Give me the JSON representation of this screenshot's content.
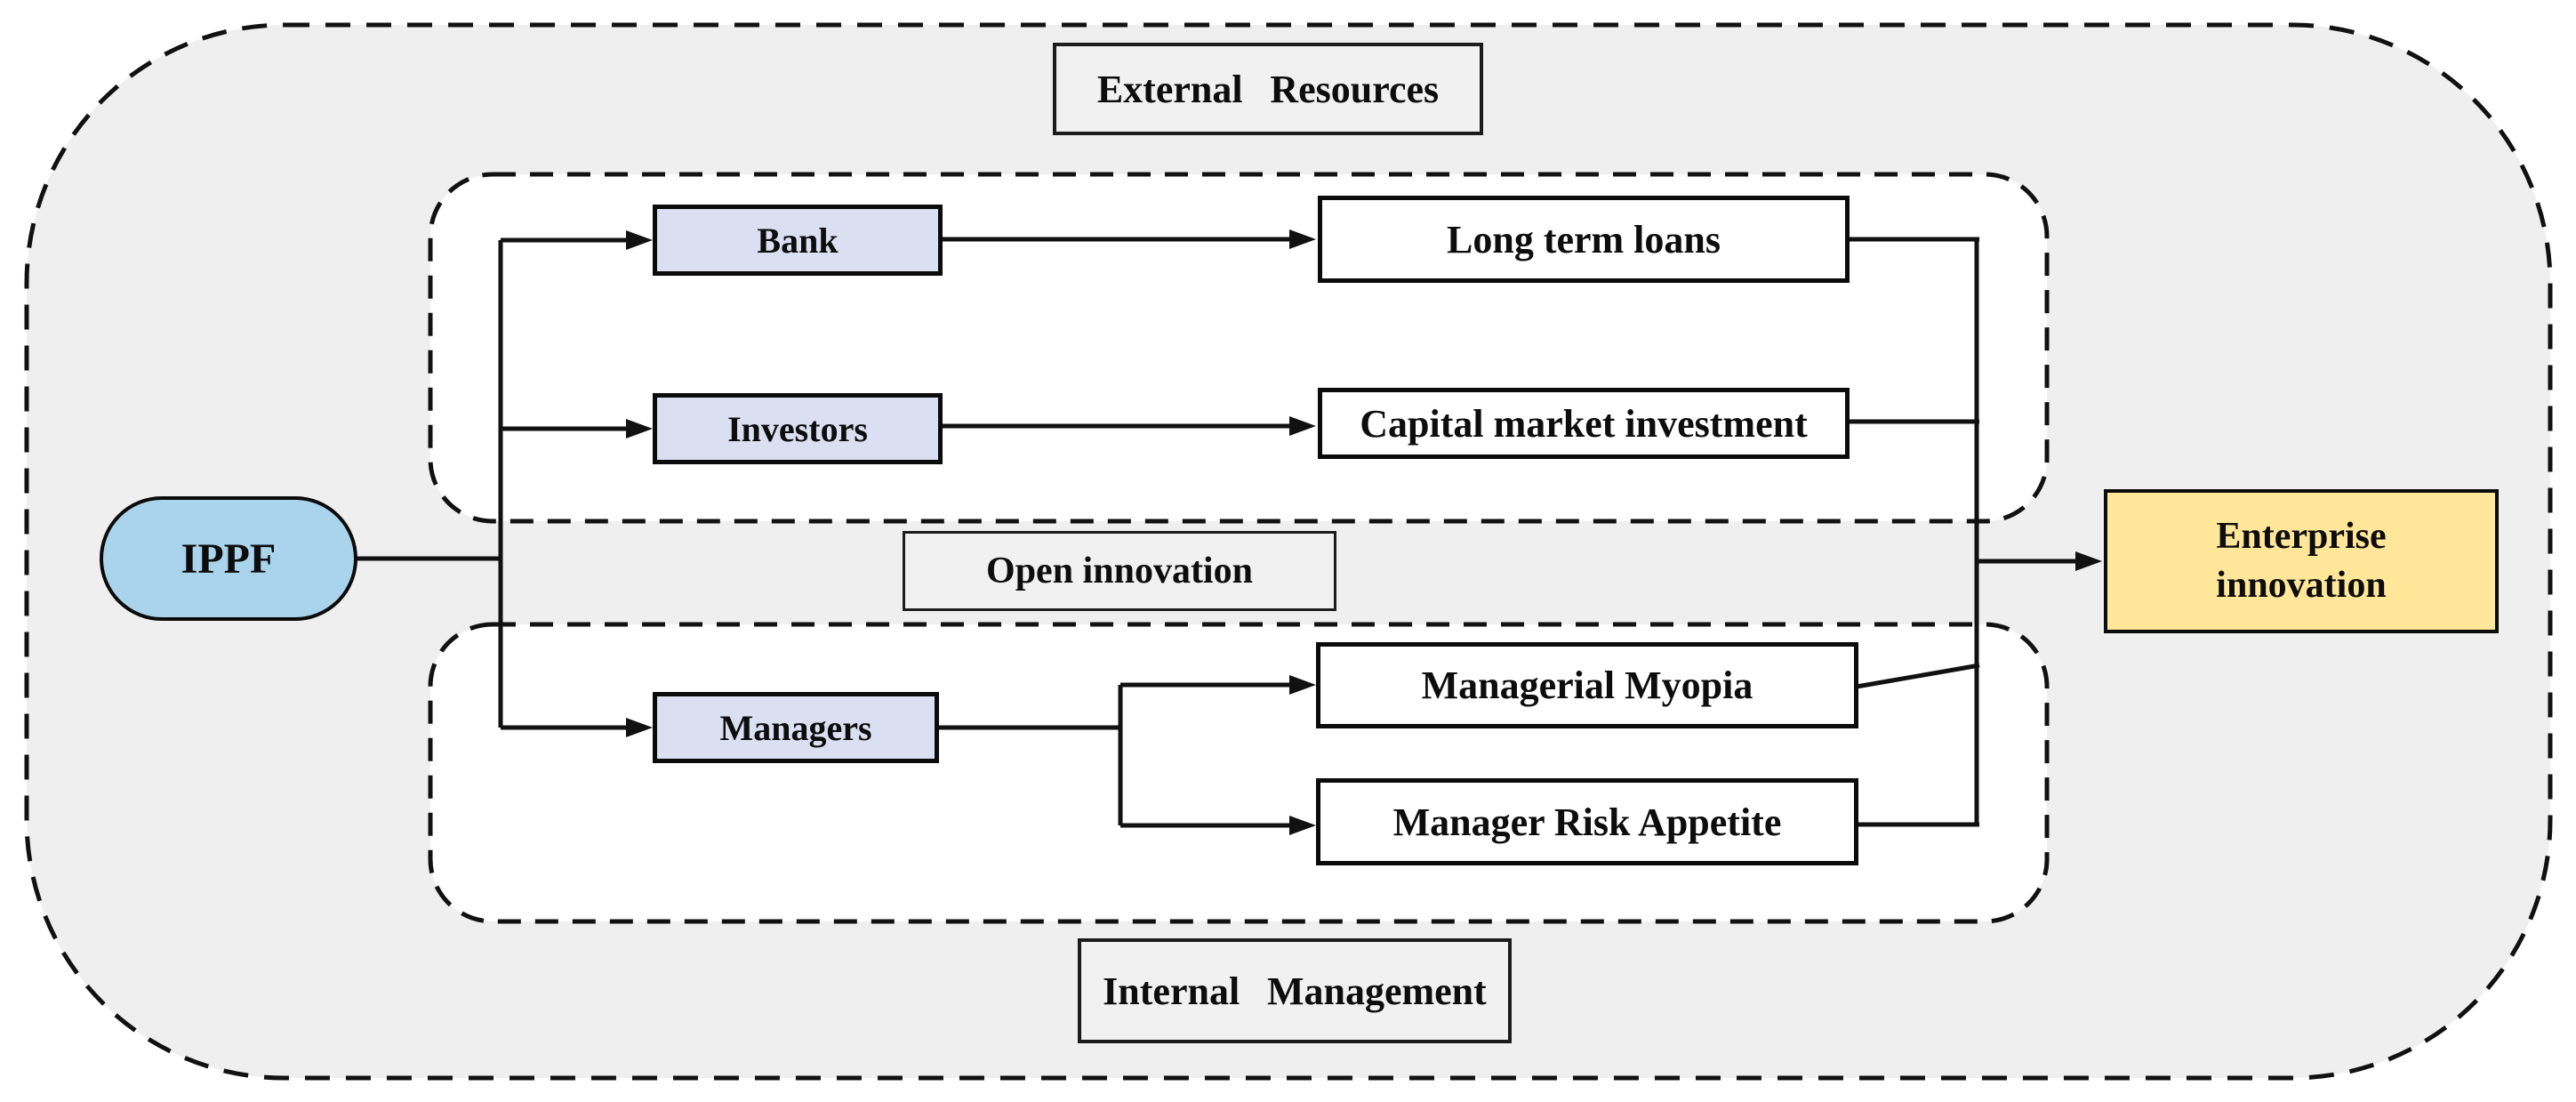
{
  "palette": {
    "canvas_bg": "#ffffff",
    "outer_fill": "#efefef",
    "inner_fill": "#ffffff",
    "label_fill": "#f1f1f1",
    "lavender_fill": "#dbdff2",
    "blue_fill": "#aad4ec",
    "yellow_fill": "#ffe699",
    "line_color": "#111111",
    "text_color": "#0d0d0d"
  },
  "regions": {
    "external_resources": {
      "label": "External Resources"
    },
    "open_innovation": {
      "label": "Open innovation"
    },
    "internal_management": {
      "label": "Internal Management"
    }
  },
  "nodes": {
    "ippf": {
      "label": "IPPF"
    },
    "bank": {
      "label": "Bank"
    },
    "investors": {
      "label": "Investors"
    },
    "managers": {
      "label": "Managers"
    },
    "long_term_loans": {
      "label": "Long term loans"
    },
    "capital_market_investment": {
      "label": "Capital market investment"
    },
    "managerial_myopia": {
      "label": "Managerial Myopia"
    },
    "manager_risk_appetite": {
      "label": "Manager Risk Appetite"
    },
    "enterprise_innovation": {
      "label": "Enterprise innovation"
    }
  }
}
